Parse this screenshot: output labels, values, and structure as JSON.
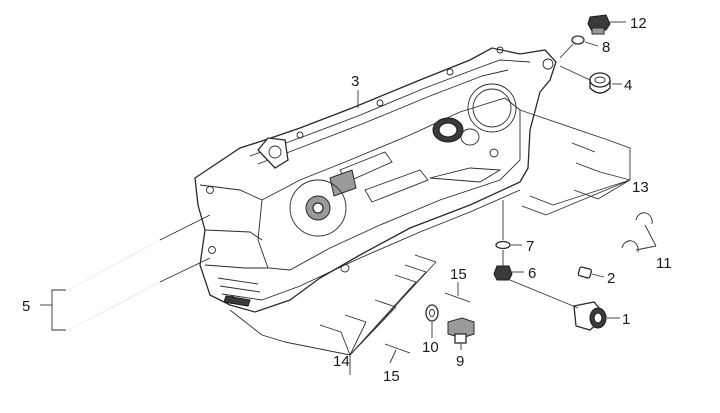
{
  "diagram": {
    "callouts": [
      {
        "id": "c1",
        "text": "1"
      },
      {
        "id": "c2",
        "text": "2"
      },
      {
        "id": "c3",
        "text": "3"
      },
      {
        "id": "c4",
        "text": "4"
      },
      {
        "id": "c5",
        "text": "5"
      },
      {
        "id": "c6",
        "text": "6"
      },
      {
        "id": "c7",
        "text": "7"
      },
      {
        "id": "c8",
        "text": "8"
      },
      {
        "id": "c9",
        "text": "9"
      },
      {
        "id": "c10",
        "text": "10"
      },
      {
        "id": "c11",
        "text": "11"
      },
      {
        "id": "c12",
        "text": "12"
      },
      {
        "id": "c13",
        "text": "13"
      },
      {
        "id": "c14",
        "text": "14"
      },
      {
        "id": "c15a",
        "text": "15"
      },
      {
        "id": "c15b",
        "text": "15"
      }
    ]
  }
}
